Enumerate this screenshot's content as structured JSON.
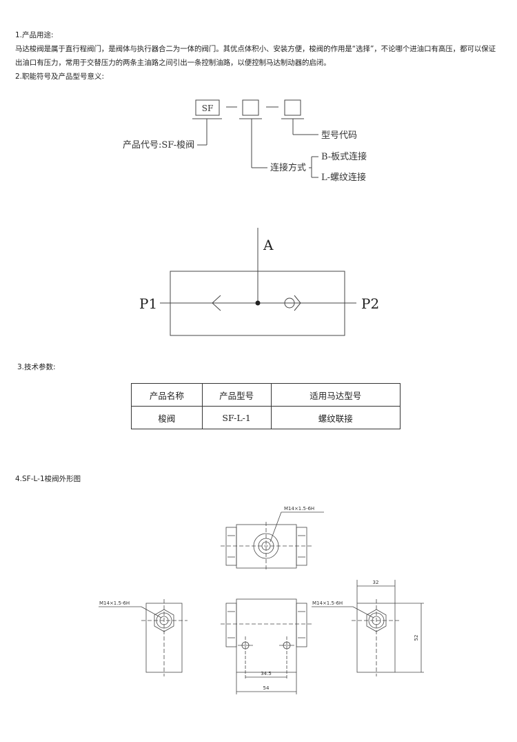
{
  "section1": {
    "heading": "1.产品用途:",
    "line1": "马达梭阀是属于直行程阀门，是阀体与执行器合二为一体的阀门。其优点体积小、安装方便，梭阀的作用是“选择”，不论哪个进油口有高压，都可以保证",
    "line2": "出油口有压力，常用于交替压力的两条主油路之间引出一条控制油路，以便控制马达制动器的启闭。"
  },
  "section2": {
    "heading": "2.职能符号及产品型号意义:",
    "model": {
      "box1": "SF",
      "label_code": "型号代码",
      "label_connect": "连接方式",
      "label_product": "产品代号:SF-梭阀",
      "opt_b": "B-板式连接",
      "opt_l": "L-螺纹连接"
    },
    "symbol": {
      "port_a": "A",
      "port_p1": "P1",
      "port_p2": "P2"
    }
  },
  "section3": {
    "heading": "3.技术参数:",
    "table": {
      "headers": [
        "产品名称",
        "产品型号",
        "适用马达型号"
      ],
      "rows": [
        [
          "梭阀",
          "SF-L-1",
          "螺纹联接"
        ]
      ]
    }
  },
  "section4": {
    "heading": "4.SF-L-1梭阀外形图",
    "thread_top": "M14×1.5-6H",
    "thread_left": "M14×1.5-6H",
    "thread_right": "M14×1.5-6H",
    "dim_width": "32",
    "dim_height": "52",
    "dim_holes": "34.5",
    "dim_length": "54"
  }
}
